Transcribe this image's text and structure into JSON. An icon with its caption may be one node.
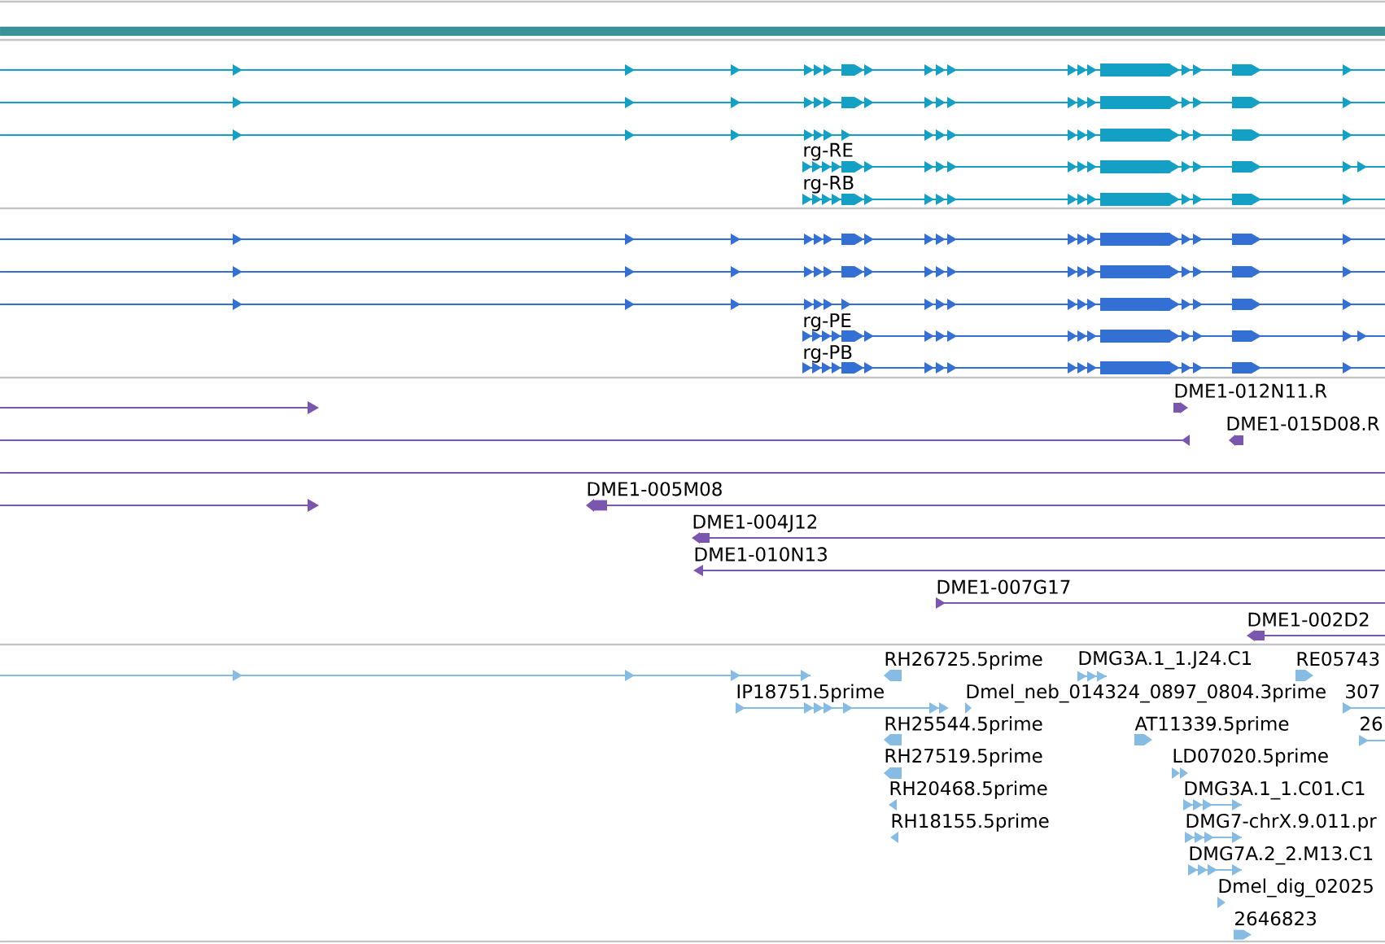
{
  "diagram": {
    "labels": [
      "rg-RE",
      "rg-RB",
      "rg-PE",
      "rg-PB",
      "DME1-012N11.R",
      "DME1-015D08.R",
      "DME1-005M08",
      "DME1-004J12",
      "DME1-010N13",
      "DME1-007G17",
      "DME1-002D2",
      "RH26725.5prime",
      "DMG3A.1_1.J24.C1",
      "RE05743",
      "IP18751.5prime",
      "Dmel_neb_014324_0897_0804.3prime",
      "307",
      "RH25544.5prime",
      "AT11339.5prime",
      "26",
      "RH27519.5prime",
      "LD07020.5prime",
      "RH20468.5prime",
      "DMG3A.1_1.C01.C1",
      "RH18155.5prime",
      "DMG7-chrX.9.011.pr",
      "DMG7A.2_2.M13.C1",
      "Dmel_dig_02025",
      "2646823"
    ]
  }
}
